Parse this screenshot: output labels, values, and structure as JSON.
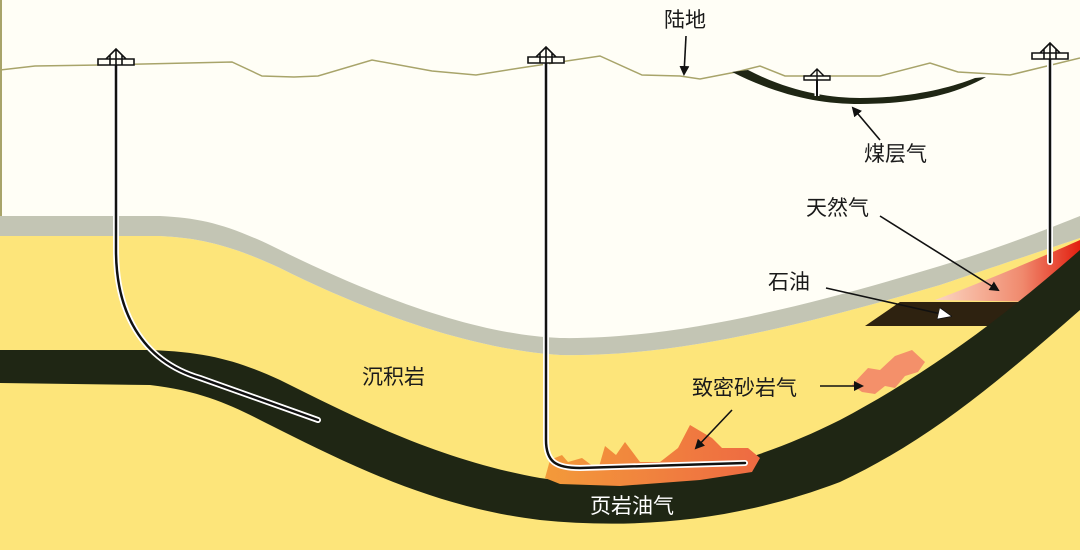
{
  "diagram": {
    "title": "",
    "colors": {
      "sky": "#fffef6",
      "sediment": "#fde57a",
      "cap_rock": "#c3c5b4",
      "shale": "#1f2614",
      "surface_line": "#a8a46a",
      "gas_red": "#e8331e",
      "gas_light": "#f7b49a",
      "oil": "#2e2210",
      "tight_gas": "#f4906a",
      "shale_gas": "#f29a3c"
    },
    "labels": {
      "land": "陆地",
      "coalbed_methane": "煤层气",
      "natural_gas": "天然气",
      "oil": "石油",
      "sedimentary_rock": "沉积岩",
      "tight_sandstone_gas": "致密砂岩气",
      "shale_oil_gas": "页岩油气"
    }
  }
}
